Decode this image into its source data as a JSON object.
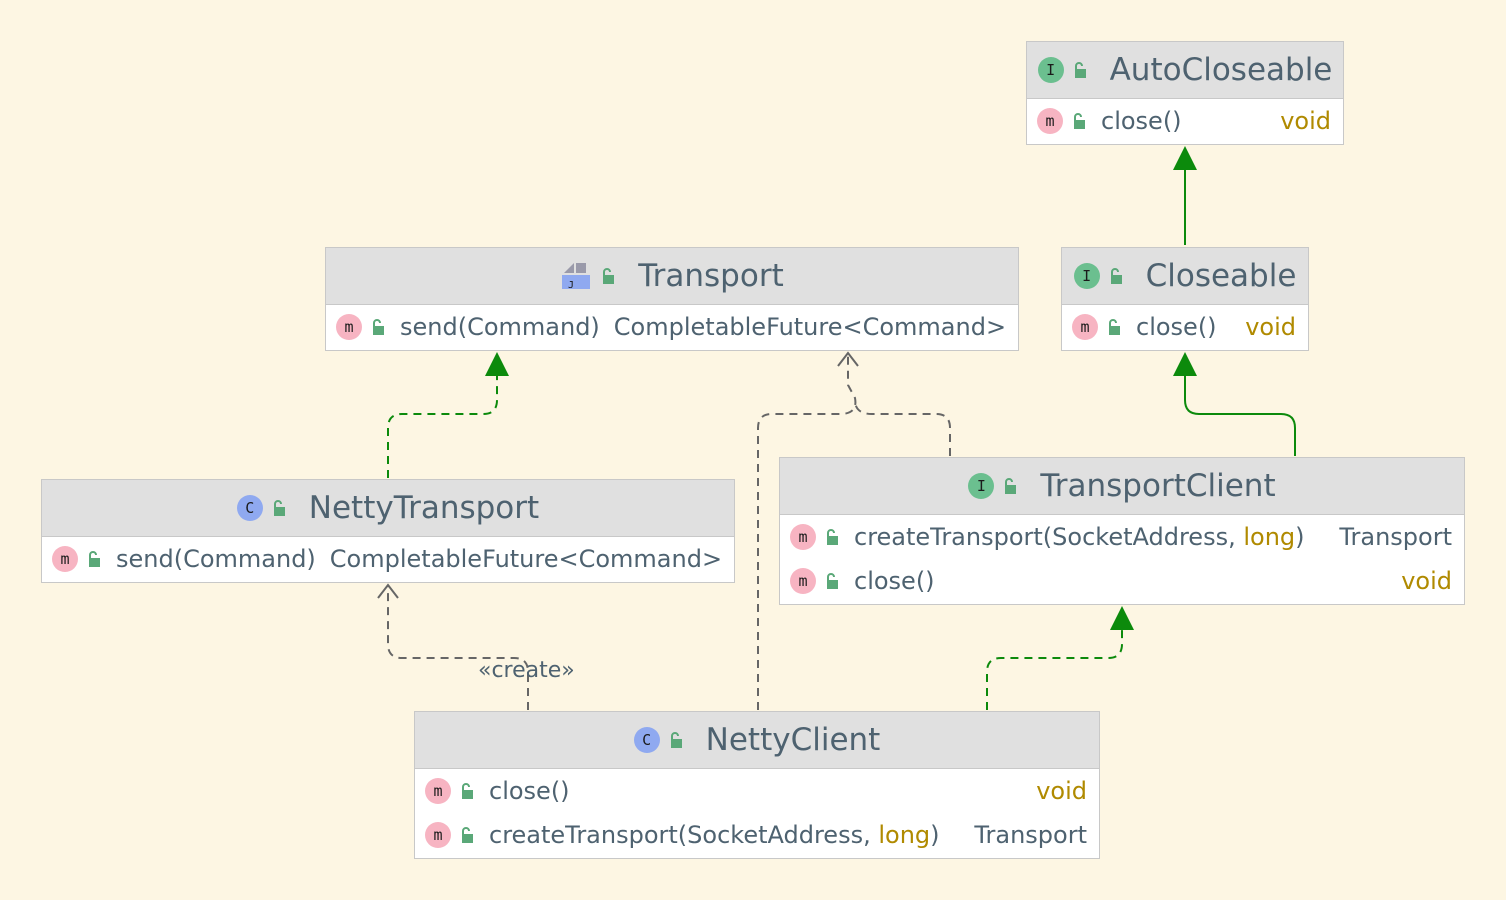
{
  "colors": {
    "background": "#fdf6e3",
    "header": "#e0e0e0",
    "inheritance_edge": "#0c8a0c",
    "dependency_edge": "#666666",
    "return_void": "#b08a00",
    "text": "#4e6270"
  },
  "nodes": {
    "autocloseable": {
      "name": "AutoCloseable",
      "kind": "I",
      "icon": "interface-icon",
      "members": [
        {
          "badge": "m",
          "name": "close()",
          "return": "void"
        }
      ]
    },
    "closeable": {
      "name": "Closeable",
      "kind": "I",
      "icon": "interface-icon",
      "members": [
        {
          "badge": "m",
          "name": "close()",
          "return": "void"
        }
      ]
    },
    "transport": {
      "name": "Transport",
      "kind": "functional-interface",
      "icon": "functional-interface-icon",
      "members": [
        {
          "badge": "m",
          "name": "send(Command)",
          "return": "CompletableFuture<Command>"
        }
      ]
    },
    "transportclient": {
      "name": "TransportClient",
      "kind": "I",
      "icon": "interface-icon",
      "members": [
        {
          "badge": "m",
          "name_prefix": "createTransport(SocketAddress, ",
          "name_prim": "long",
          "name_suffix": ")",
          "return": "Transport"
        },
        {
          "badge": "m",
          "name": "close()",
          "return": "void"
        }
      ]
    },
    "nettytransport": {
      "name": "NettyTransport",
      "kind": "C",
      "icon": "class-icon",
      "members": [
        {
          "badge": "m",
          "name": "send(Command)",
          "return": "CompletableFuture<Command>"
        }
      ]
    },
    "nettyclient": {
      "name": "NettyClient",
      "kind": "C",
      "icon": "class-icon",
      "members": [
        {
          "badge": "m",
          "name": "close()",
          "return": "void"
        },
        {
          "badge": "m",
          "name_prefix": "createTransport(SocketAddress, ",
          "name_prim": "long",
          "name_suffix": ")",
          "return": "Transport"
        }
      ]
    }
  },
  "edges": {
    "create_label": "«create»",
    "list": [
      {
        "from": "Closeable",
        "to": "AutoCloseable",
        "kind": "extends"
      },
      {
        "from": "TransportClient",
        "to": "Closeable",
        "kind": "extends"
      },
      {
        "from": "NettyTransport",
        "to": "Transport",
        "kind": "implements"
      },
      {
        "from": "NettyClient",
        "to": "TransportClient",
        "kind": "implements"
      },
      {
        "from": "NettyClient",
        "to": "NettyTransport",
        "kind": "create"
      },
      {
        "from": "NettyClient",
        "to": "Transport",
        "kind": "dependency"
      },
      {
        "from": "TransportClient",
        "to": "Transport",
        "kind": "dependency"
      }
    ]
  }
}
